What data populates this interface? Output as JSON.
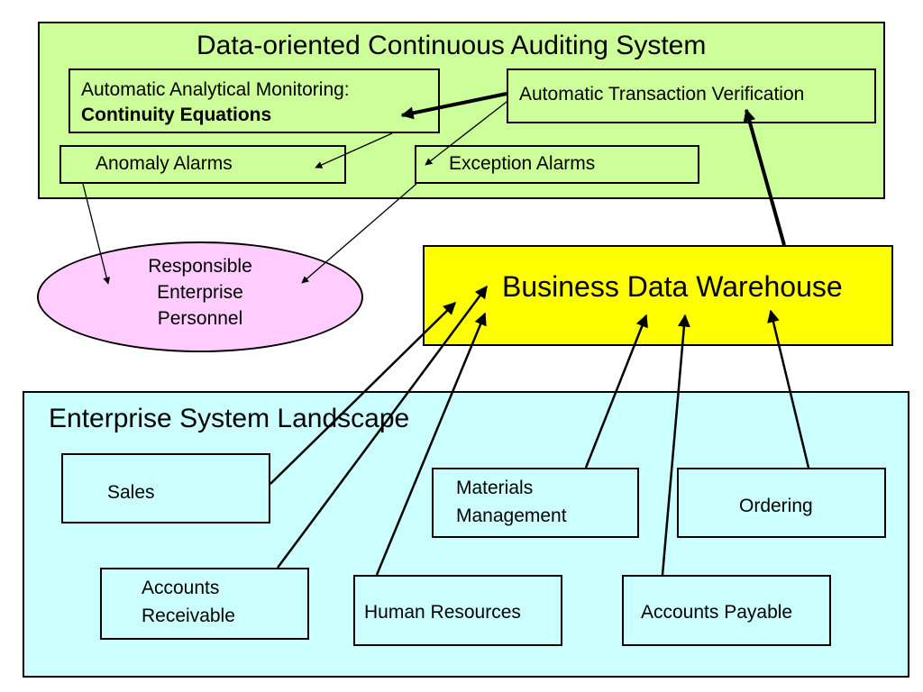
{
  "colors": {
    "auditing_panel": "#ccff99",
    "warehouse": "#ffff00",
    "landscape_panel": "#ccffff",
    "personnel": "#ffccff"
  },
  "auditing": {
    "title": "Data-oriented Continuous Auditing System",
    "monitoring_line1": "Automatic Analytical Monitoring:",
    "monitoring_line2": "Continuity Equations",
    "verification": "Automatic Transaction Verification",
    "anomaly": "Anomaly Alarms",
    "exception": "Exception Alarms"
  },
  "personnel": {
    "line1": "Responsible",
    "line2": "Enterprise",
    "line3": "Personnel"
  },
  "warehouse": {
    "label": "Business Data Warehouse"
  },
  "landscape": {
    "title": "Enterprise System Landscape",
    "sales": "Sales",
    "materials_line1": "Materials",
    "materials_line2": "Management",
    "ordering": "Ordering",
    "ar_line1": "Accounts",
    "ar_line2": "Receivable",
    "hr": "Human Resources",
    "ap": "Accounts Payable"
  }
}
